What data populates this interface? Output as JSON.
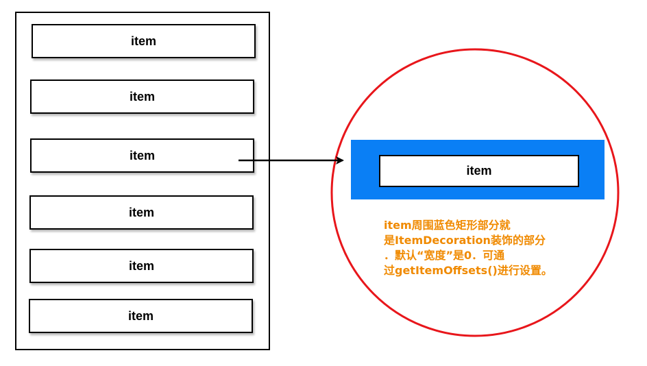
{
  "list": {
    "items": [
      {
        "label": "item"
      },
      {
        "label": "item"
      },
      {
        "label": "item"
      },
      {
        "label": "item"
      },
      {
        "label": "item"
      },
      {
        "label": "item"
      }
    ]
  },
  "zoom": {
    "item_label": "item",
    "decoration_color": "#0a7ff5",
    "circle_color": "#e8161b",
    "note_color": "#f08a00",
    "note_lines": [
      "item周围蓝色矩形部分就",
      "是ItemDecoration装饰的部分",
      "．默认“宽度”是0．可通",
      "过getItemOffsets()进行设置。"
    ]
  }
}
